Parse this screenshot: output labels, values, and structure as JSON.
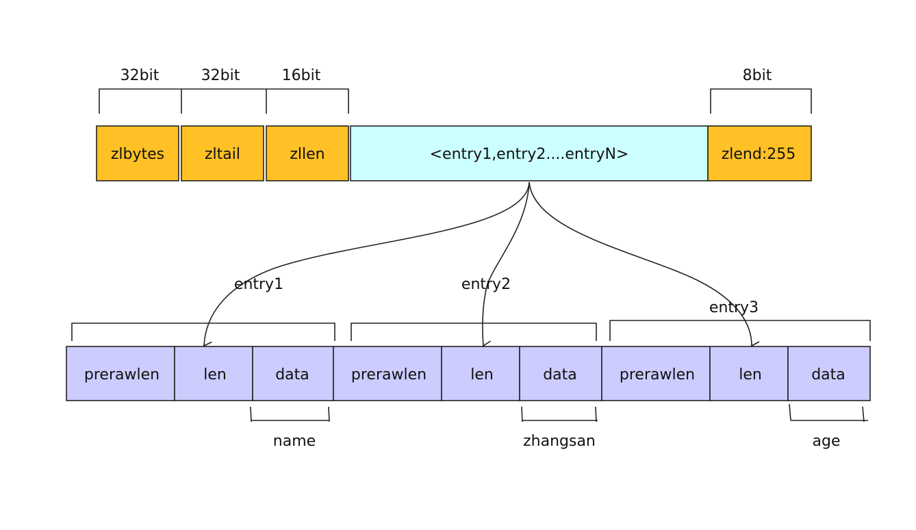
{
  "header": {
    "segments": [
      {
        "label": "zlbytes",
        "size": "32bit"
      },
      {
        "label": "zltail",
        "size": "32bit"
      },
      {
        "label": "zllen",
        "size": "16bit"
      },
      {
        "label": "<entry1,entry2....entryN>",
        "size": ""
      },
      {
        "label": "zlend:255",
        "size": "8bit"
      }
    ]
  },
  "entries": [
    {
      "name": "entry1",
      "fields": [
        "prerawlen",
        "len",
        "data"
      ],
      "data_value": "name"
    },
    {
      "name": "entry2",
      "fields": [
        "prerawlen",
        "len",
        "data"
      ],
      "data_value": "zhangsan"
    },
    {
      "name": "entry3",
      "fields": [
        "prerawlen",
        "len",
        "data"
      ],
      "data_value": "age"
    }
  ],
  "colors": {
    "header_field": "#FFC125",
    "entries_field": "#CCFFFF",
    "entry_field": "#CCCCFF",
    "stroke": "#222222"
  }
}
